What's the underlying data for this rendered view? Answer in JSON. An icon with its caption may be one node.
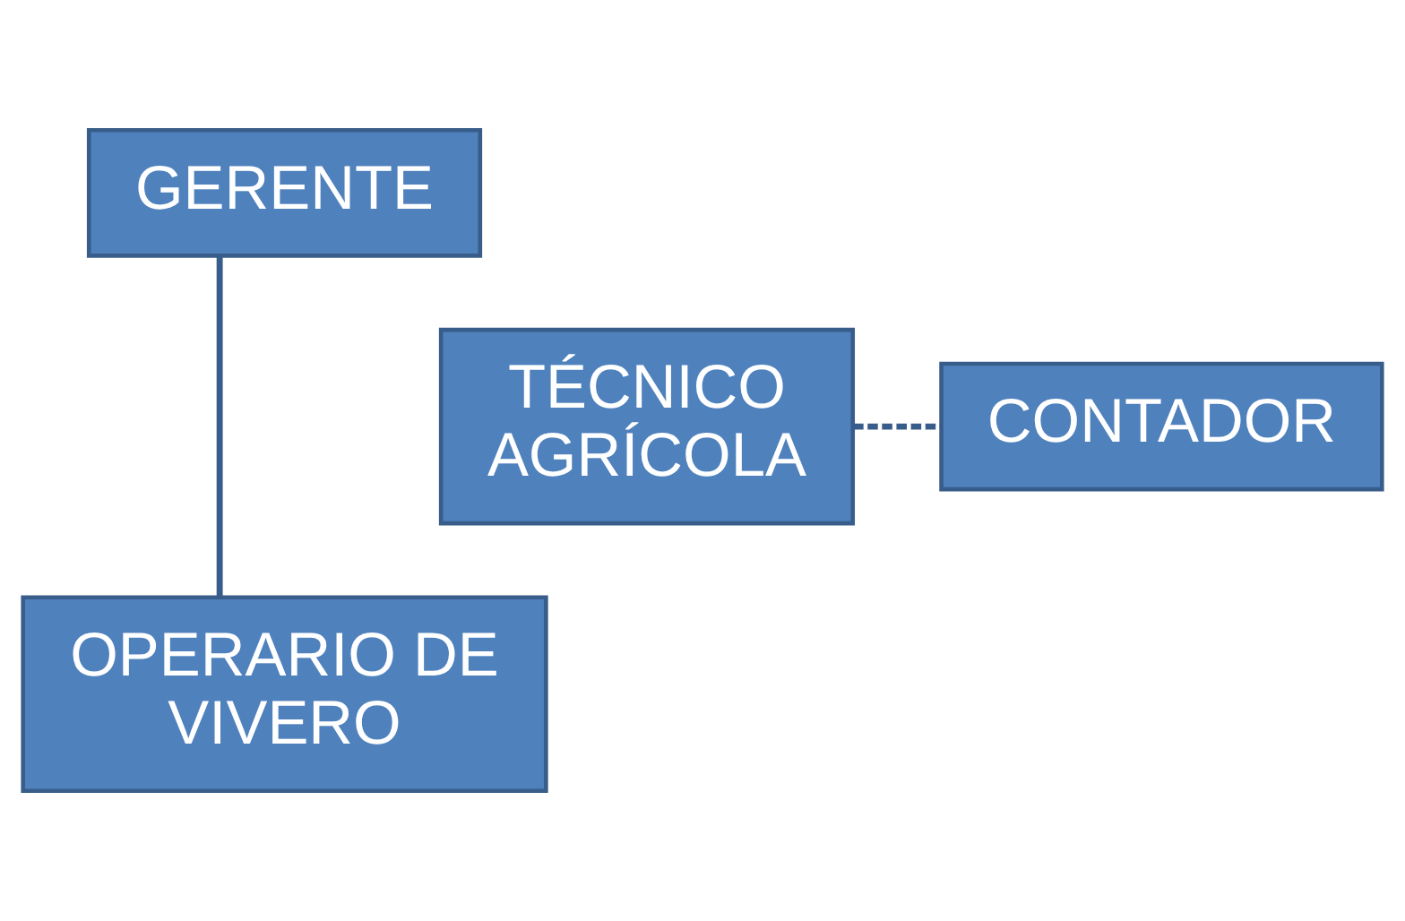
{
  "diagram": {
    "nodes": [
      {
        "text": [
          "GERENTE"
        ]
      },
      {
        "text": [
          "TÉCNICO AGRÍCOLA"
        ]
      },
      {
        "text": [
          "CONTADOR"
        ]
      },
      {
        "text": [
          "OPERARIO DE VIVERO"
        ]
      }
    ],
    "edges": [
      {
        "from": 0,
        "to": 3,
        "arrow": "none"
      },
      {
        "from": 1,
        "to": 2,
        "arrow": "none",
        "style": "dashed"
      }
    ]
  }
}
